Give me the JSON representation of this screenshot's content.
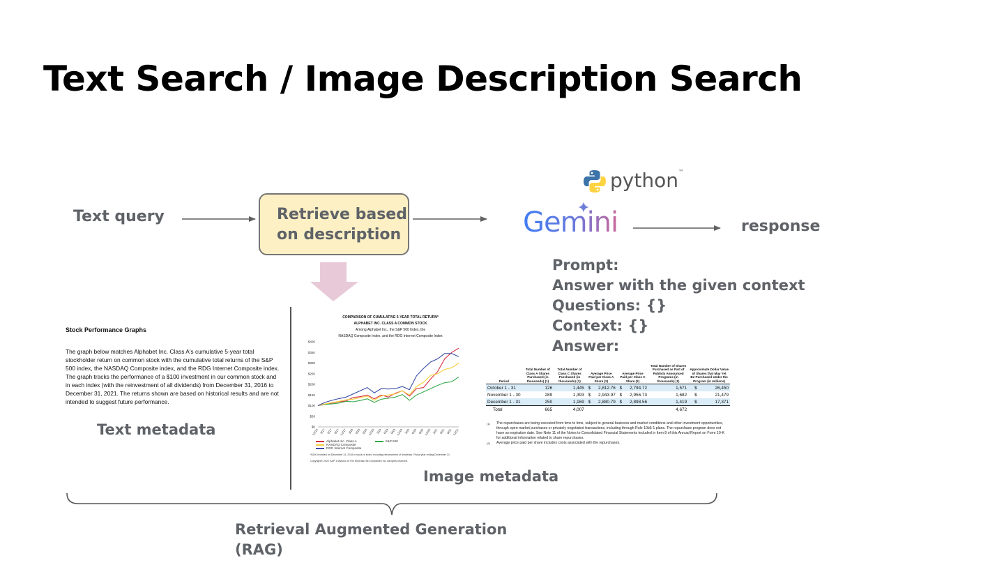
{
  "title": "Text Search / Image Description Search",
  "flow": {
    "text_query": "Text query",
    "retrieve": "Retrieve based\non description",
    "response": "response"
  },
  "logos": {
    "python": "python",
    "python_tm": "™",
    "gemini": "Gemini",
    "gemini_icon": "sparkle-icon"
  },
  "prompt": {
    "lines": [
      "Prompt:",
      "Answer with the given context",
      "Questions: {}",
      "Context: {}",
      "Answer:"
    ]
  },
  "text_doc": {
    "heading": "Stock Performance Graphs",
    "body": "The graph below matches Alphabet Inc. Class A's cumulative 5-year total stockholder return on common stock with the cumulative total returns of the S&P 500 index, the NASDAQ Composite index, and the RDG Internet Composite index. The graph tracks the performance of a $100 investment in our common stock and in each index (with the reinvestment of all dividends) from December 31, 2016 to December 31, 2021. The returns shown are based on historical results and are not intended to suggest future performance."
  },
  "labels": {
    "text_metadata": "Text metadata",
    "image_metadata": "Image metadata",
    "rag_line1": "Retrieval Augmented Generation",
    "rag_line2": "(RAG)"
  },
  "chart_data": {
    "type": "line",
    "title": "COMPARISON OF CUMULATIVE 5-YEAR TOTAL RETURN*",
    "subtitle1": "ALPHABET INC. CLASS A COMMON STOCK",
    "subtitle2": "Among Alphabet Inc., the S&P 500 Index, the",
    "subtitle3": "NASDAQ Composite Index, and the RDG Internet Composite Index",
    "y_ticks": [
      "$0",
      "$50",
      "$100",
      "$150",
      "$200",
      "$250",
      "$300",
      "$350",
      "$400"
    ],
    "ylim": [
      0,
      400
    ],
    "x": [
      "12/16",
      "3/17",
      "6/17",
      "9/17",
      "12/17",
      "3/18",
      "6/18",
      "9/18",
      "12/18",
      "3/19",
      "6/19",
      "9/19",
      "12/19",
      "3/20",
      "6/20",
      "9/20",
      "12/20",
      "3/21",
      "6/21",
      "9/21",
      "12/21"
    ],
    "series": [
      {
        "name": "Alphabet Inc. Class A",
        "color": "#d62f3f",
        "values": [
          100,
          105,
          112,
          118,
          122,
          138,
          142,
          150,
          132,
          150,
          140,
          158,
          170,
          145,
          180,
          185,
          225,
          260,
          320,
          350,
          370
        ]
      },
      {
        "name": "S&P 500",
        "color": "#33a94a",
        "values": [
          100,
          106,
          108,
          112,
          120,
          118,
          124,
          132,
          115,
          130,
          135,
          140,
          152,
          125,
          150,
          165,
          180,
          195,
          208,
          212,
          235
        ]
      },
      {
        "name": "NASDAQ Composite",
        "color": "#f4cf3c",
        "values": [
          100,
          108,
          114,
          120,
          128,
          130,
          137,
          145,
          125,
          146,
          150,
          155,
          170,
          150,
          190,
          210,
          242,
          250,
          270,
          278,
          300
        ]
      },
      {
        "name": "RDG Internet Composite",
        "color": "#3a4ba3",
        "values": [
          100,
          115,
          125,
          133,
          140,
          155,
          170,
          185,
          160,
          180,
          178,
          180,
          190,
          175,
          240,
          275,
          305,
          320,
          345,
          345,
          330
        ]
      }
    ],
    "legend": "bottom",
    "footnote1": "*$100 invested on December 31, 2016 in stock or index, including reinvestment of dividends. Fiscal year ending December 31.",
    "footnote2": "Copyright© 2022 S&P, a division of The McGraw-Hill Companies Inc. All rights reserved."
  },
  "table": {
    "headers": [
      "Period",
      "Total Number of Class A Shares Purchased (in thousands) (1)",
      "Total Number of Class C Shares Purchased (in thousands) (1)",
      "Average Price Paid per Class A Share (2)",
      "Average Price Paid per Class C Share (2)",
      "Total Number of Shares Purchased as Part of Publicly Announced Programs (in thousands) (1)",
      "Approximate Dollar Value of Shares that May Yet Be Purchased Under the Program (in millions)"
    ],
    "rows": [
      [
        "October 1 - 31",
        "126",
        "1,445",
        "$",
        "2,812.76",
        "$",
        "2,794.72",
        "1,571",
        "$",
        "26,450"
      ],
      [
        "November 1 - 30",
        "289",
        "1,393",
        "$",
        "2,943.97",
        "$",
        "2,956.73",
        "1,682",
        "$",
        "21,479"
      ],
      [
        "December 1 - 31",
        "250",
        "1,169",
        "$",
        "2,880.79",
        "$",
        "2,898.56",
        "1,419",
        "$",
        "17,371"
      ],
      [
        "Total",
        "665",
        "4,007",
        "",
        "",
        "",
        "",
        "4,672",
        "",
        ""
      ]
    ],
    "note1_mark": "(1)",
    "note1": "The repurchases are being executed from time to time, subject to general business and market conditions and other investment opportunities, through open market purchases or privately negotiated transactions, including through Rule 10b5-1 plans. The repurchase program does not have an expiration date. See Note 11 of the Notes to Consolidated Financial Statements included in Item 8 of this Annual Report on Form 10-K for additional information related to share repurchases.",
    "note2_mark": "(2)",
    "note2": "Average price paid per share includes costs associated with the repurchases."
  }
}
